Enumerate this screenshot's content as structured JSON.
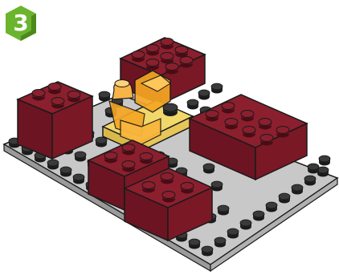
{
  "step": {
    "number": "3",
    "badge_color": "#6bb42e",
    "badge_shade": "#4c8a1c"
  },
  "colors": {
    "baseplate_top": "#c8c8c8",
    "baseplate_side": "#9a9a9a",
    "stud": "#2a2a2a",
    "brick_top": "#8c1f2e",
    "brick_side_light": "#7a1826",
    "brick_side_dark": "#5e1019",
    "tile_yellow": "#f2d76a",
    "cone_orange": "#f5a623",
    "outline": "#1a1a1a"
  },
  "illustration": {
    "subject": "lego-build-step",
    "bricks": [
      {
        "id": "back-right-brick",
        "color": "dark-red"
      },
      {
        "id": "left-brick",
        "color": "dark-red"
      },
      {
        "id": "right-brick",
        "color": "dark-red"
      },
      {
        "id": "front-left-brick",
        "color": "dark-red"
      },
      {
        "id": "front-right-brick",
        "color": "dark-red"
      },
      {
        "id": "center-yellow-plate",
        "color": "yellow"
      },
      {
        "id": "orange-cone-piece",
        "color": "trans-orange"
      }
    ]
  }
}
